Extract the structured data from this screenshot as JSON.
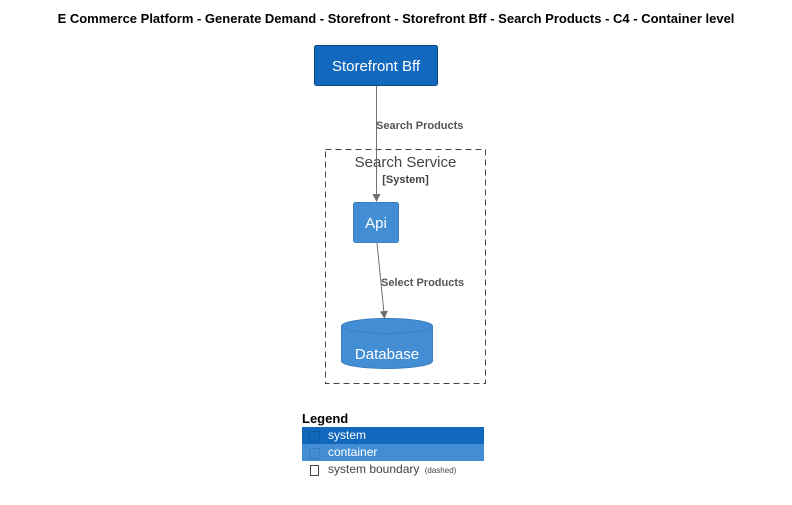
{
  "title": "E Commerce Platform - Generate Demand - Storefront - Storefront Bff - Search Products - C4 - Container level",
  "colors": {
    "system": "#1168bd",
    "container": "#438dd5",
    "edge": "#707070",
    "edge_label": "#555555",
    "boundary": "#444444"
  },
  "nodes": {
    "storefront_bff": {
      "label": "Storefront Bff"
    },
    "api": {
      "label": "Api"
    },
    "database": {
      "label": "Database"
    }
  },
  "boundary": {
    "name": "Search Service",
    "type": "[System]"
  },
  "edges": {
    "search_products": {
      "label": "Search Products"
    },
    "select_products": {
      "label": "Select Products"
    }
  },
  "legend": {
    "title": "Legend",
    "items": [
      {
        "label": "system",
        "note": ""
      },
      {
        "label": "container",
        "note": ""
      },
      {
        "label": "system boundary",
        "note": "(dashed)"
      }
    ]
  }
}
